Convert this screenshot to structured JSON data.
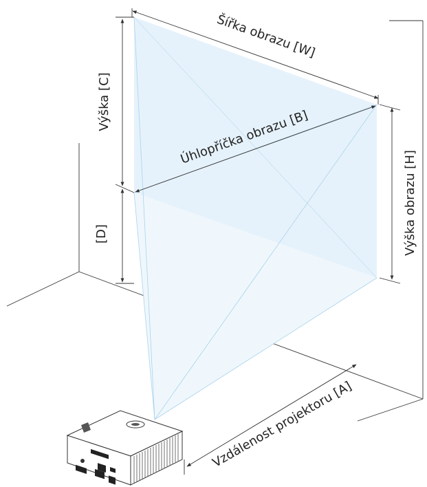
{
  "labels": {
    "width": "Šířka obrazu [W]",
    "height_c": "Výška [C]",
    "diagonal": "Úhlopříčka obrazu [B]",
    "height_h": "Výška obrazu [H]",
    "offset_d": "[D]",
    "distance": "Vzdálenost projektoru [A]"
  },
  "colors": {
    "screen_fill": "#e6f2fb",
    "beam_line": "#a9d3ec",
    "line": "#333333"
  },
  "projector": {
    "brand_icon": "dell-logo-icon"
  }
}
